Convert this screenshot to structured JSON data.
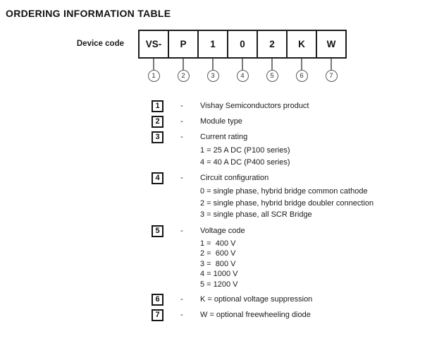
{
  "title": "ORDERING INFORMATION TABLE",
  "device_code": {
    "label": "Device code",
    "cells": [
      {
        "text": "VS-",
        "num": "1"
      },
      {
        "text": "P",
        "num": "2"
      },
      {
        "text": "1",
        "num": "3"
      },
      {
        "text": "0",
        "num": "4"
      },
      {
        "text": "2",
        "num": "5"
      },
      {
        "text": "K",
        "num": "6"
      },
      {
        "text": "W",
        "num": "7"
      }
    ]
  },
  "legend": {
    "dash": "-",
    "items": [
      {
        "num": "1",
        "label": "Vishay Semiconductors product",
        "sublines": []
      },
      {
        "num": "2",
        "label": "Module type",
        "sublines": []
      },
      {
        "num": "3",
        "label": "Current rating",
        "sublines": [
          "1 = 25 A DC (P100 series)",
          "4 = 40 A DC (P400 series)"
        ]
      },
      {
        "num": "4",
        "label": "Circuit configuration",
        "sublines": [
          "0 = single phase, hybrid bridge common cathode",
          "2 = single phase, hybrid bridge doubler connection",
          "3 = single phase, all SCR Bridge"
        ]
      },
      {
        "num": "5",
        "label": "Voltage code",
        "sublines": [
          "1 =  400 V",
          "2 =  600 V",
          "3 =  800 V",
          "4 = 1000 V",
          "5 = 1200 V"
        ]
      },
      {
        "num": "6",
        "label": "K = optional voltage suppression",
        "sublines": []
      },
      {
        "num": "7",
        "label": "W = optional freewheeling diode",
        "sublines": []
      }
    ]
  },
  "colors": {
    "text": "#1a1a1a",
    "box_border": "#1c1c1c",
    "circle_border": "#5a5a5a",
    "background": "#ffffff"
  }
}
